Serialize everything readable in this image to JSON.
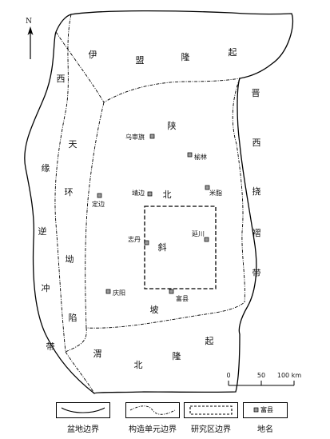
{
  "north_label": "N",
  "tectonic_units": [
    {
      "id": "yimeng",
      "label": "伊盟隆起"
    },
    {
      "id": "jinxi",
      "label": "晋西挠褶带"
    },
    {
      "id": "tianhuan",
      "label": "天环坳陷"
    },
    {
      "id": "xiyuan",
      "label": "西缘逆冲带"
    },
    {
      "id": "shanbei",
      "label": "陕北斜坡"
    },
    {
      "id": "weibei",
      "label": "渭北隆起"
    }
  ],
  "places": [
    {
      "id": "wushenqi",
      "label": "乌审旗"
    },
    {
      "id": "yulin",
      "label": "榆林"
    },
    {
      "id": "dingbian",
      "label": "定边"
    },
    {
      "id": "jingbian",
      "label": "靖边"
    },
    {
      "id": "mizhi",
      "label": "米脂"
    },
    {
      "id": "zhidan",
      "label": "志丹"
    },
    {
      "id": "yanchuan",
      "label": "延川"
    },
    {
      "id": "qingyang",
      "label": "庆阳"
    },
    {
      "id": "fuxian",
      "label": "富县"
    }
  ],
  "scale_bar": {
    "ticks": [
      "0",
      "50",
      "100 km"
    ]
  },
  "legend": [
    {
      "id": "basin-boundary",
      "label": "盆地边界"
    },
    {
      "id": "unit-boundary",
      "label": "构造单元边界"
    },
    {
      "id": "study-area",
      "label": "研究区边界"
    },
    {
      "id": "place-name",
      "label": "地名",
      "sample": "富县"
    }
  ]
}
